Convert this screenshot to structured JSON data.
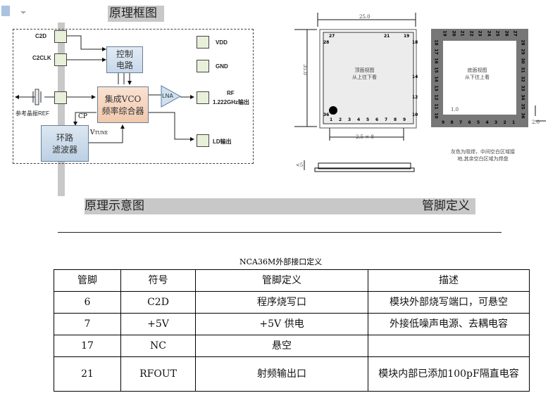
{
  "captions": {
    "block_diagram": "原理框图",
    "schematic": "原理示意图",
    "pin_def": "管脚定义"
  },
  "block": {
    "c2d": "C2D",
    "c2clk": "C2CLK",
    "vdd": "VDD",
    "gnd": "GND",
    "rf": "RF",
    "rf_freq": "1.222GHz输出",
    "ld": "LD输出",
    "ref": "参考晶振REF",
    "ctrl": "控制电路",
    "vco1": "集成VCO",
    "vco2": "频率综合器",
    "lna": "LNA",
    "filter1": "环路",
    "filter2": "滤波器",
    "cp": "CP",
    "vtune": "V",
    "vtune_sub": "TUNE"
  },
  "package": {
    "width": "25.0",
    "height": "35.0",
    "pitch": "2.5 × 8",
    "top_view1": "顶面视图",
    "top_view2": "从上往下看",
    "bottom_view1": "底面视图",
    "bottom_view2": "从下往上看",
    "dim_pad": "1.0",
    "dim_edge": "2.0",
    "thickness": "<5",
    "note1": "灰色为阻焊，中间空白区域接",
    "note2": "地,其余空白区域为焊盘",
    "top_pins": [
      "27",
      "21",
      "19",
      "28",
      "18",
      "14",
      "12",
      "10",
      "36",
      "1",
      "2",
      "3",
      "4",
      "5",
      "6",
      "7",
      "8",
      "9"
    ],
    "bottom_top_row": [
      "19",
      "20",
      "21",
      "22",
      "23",
      "24",
      "25",
      "26",
      "27"
    ],
    "bottom_left_col": [
      "18",
      "17",
      "16",
      "15",
      "14",
      "13",
      "12",
      "11",
      "10"
    ],
    "bottom_right_col": [
      "28",
      "29",
      "30",
      "31",
      "32",
      "33",
      "34",
      "35",
      "36"
    ],
    "bottom_bottom_row": [
      "9",
      "8",
      "7",
      "6",
      "5",
      "4",
      "3",
      "2",
      "1"
    ]
  },
  "table": {
    "title": "NCA36M外部接口定义",
    "headers": [
      "管脚",
      "符号",
      "管脚定义",
      "描述"
    ],
    "rows": [
      [
        "6",
        "C2D",
        "程序烧写口",
        "模块外部烧写端口，可悬空"
      ],
      [
        "7",
        "+5V",
        "+5V 供电",
        "外接低噪声电源、去耦电容"
      ],
      [
        "17",
        "NC",
        "悬空",
        ""
      ],
      [
        "21",
        "RFOUT",
        "射频输出口",
        "模块内部已添加100pF隔直电容"
      ]
    ]
  }
}
